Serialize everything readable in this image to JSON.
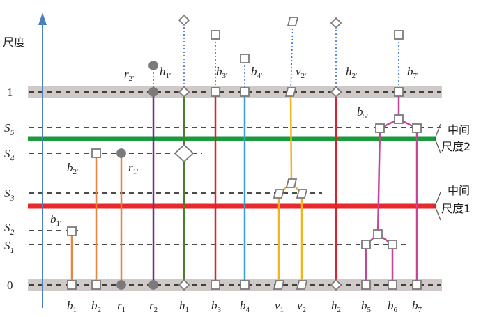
{
  "axis": {
    "title": "尺度",
    "levels": [
      {
        "id": "one",
        "label": "1",
        "italic": false
      },
      {
        "id": "S5",
        "label": "S",
        "sub": "5",
        "italic": true
      },
      {
        "id": "S4",
        "label": "S",
        "sub": "4",
        "italic": true
      },
      {
        "id": "S3",
        "label": "S",
        "sub": "3",
        "italic": true
      },
      {
        "id": "S2",
        "label": "S",
        "sub": "2",
        "italic": true
      },
      {
        "id": "S1",
        "label": "S",
        "sub": "1",
        "italic": true
      },
      {
        "id": "zero",
        "label": "0",
        "italic": false
      }
    ]
  },
  "scale_lines": [
    {
      "id": "mid2",
      "line1": "中间",
      "line2": "尺度2",
      "color": "#1a9a3a"
    },
    {
      "id": "mid1",
      "line1": "中间",
      "line2": "尺度1",
      "color": "#e8282a"
    }
  ],
  "bottom_labels": [
    {
      "id": "b1",
      "base": "b",
      "sub": "1"
    },
    {
      "id": "b2",
      "base": "b",
      "sub": "2"
    },
    {
      "id": "r1",
      "base": "r",
      "sub": "1"
    },
    {
      "id": "r2",
      "base": "r",
      "sub": "2"
    },
    {
      "id": "h1",
      "base": "h",
      "sub": "1"
    },
    {
      "id": "b3",
      "base": "b",
      "sub": "3"
    },
    {
      "id": "b4",
      "base": "b",
      "sub": "4"
    },
    {
      "id": "v1",
      "base": "v",
      "sub": "1"
    },
    {
      "id": "v2",
      "base": "v",
      "sub": "2"
    },
    {
      "id": "h2",
      "base": "h",
      "sub": "2"
    },
    {
      "id": "b5",
      "base": "b",
      "sub": "5"
    },
    {
      "id": "b6",
      "base": "b",
      "sub": "6"
    },
    {
      "id": "b7",
      "base": "b",
      "sub": "7"
    }
  ],
  "upper_labels": [
    {
      "id": "r2p",
      "base": "r",
      "sub": "2'"
    },
    {
      "id": "h1p",
      "base": "h",
      "sub": "1'"
    },
    {
      "id": "b3p",
      "base": "b",
      "sub": "3'"
    },
    {
      "id": "b4p",
      "base": "b",
      "sub": "4'"
    },
    {
      "id": "v2p",
      "base": "v",
      "sub": "2'"
    },
    {
      "id": "h2p",
      "base": "h",
      "sub": "2'"
    },
    {
      "id": "b7p",
      "base": "b",
      "sub": "7'"
    },
    {
      "id": "b5p",
      "base": "b",
      "sub": "5'"
    },
    {
      "id": "b2p",
      "base": "b",
      "sub": "2'"
    },
    {
      "id": "r1p",
      "base": "r",
      "sub": "1'"
    },
    {
      "id": "b1p",
      "base": "b",
      "sub": "1'"
    }
  ],
  "colors": {
    "axis": "#4a7fc1",
    "band": "#cfcac7",
    "orange": "#e8843f",
    "purple": "#6b2d8e",
    "olive": "#4d7c2e",
    "red": "#d9232d",
    "blue": "#3b9fd1",
    "yellow": "#f2b51c",
    "magenta": "#c6449a",
    "marker": "#7a7a7a"
  }
}
